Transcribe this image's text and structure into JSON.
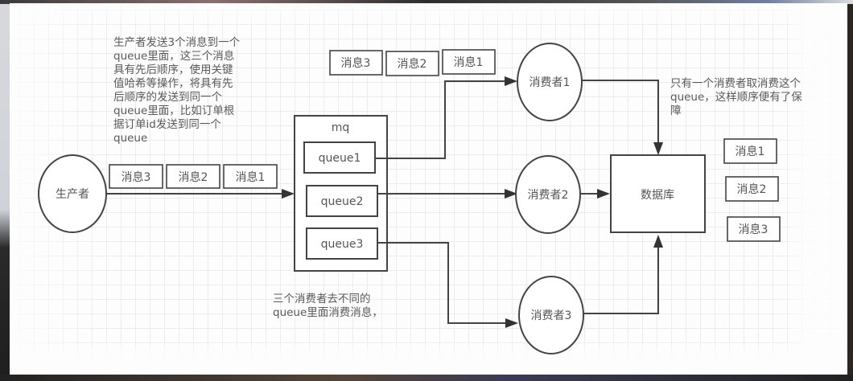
{
  "diagram": {
    "producer": {
      "label": "生产者"
    },
    "mq": {
      "label": "mq",
      "queues": [
        {
          "label": "queue1"
        },
        {
          "label": "queue2"
        },
        {
          "label": "queue3"
        }
      ]
    },
    "consumers": [
      {
        "label": "消费者1"
      },
      {
        "label": "消费者2"
      },
      {
        "label": "消费者3"
      }
    ],
    "database": {
      "label": "数据库"
    },
    "producer_messages": [
      "消息3",
      "消息2",
      "消息1"
    ],
    "consumer1_messages": [
      "消息3",
      "消息2",
      "消息1"
    ],
    "database_messages": [
      "消息1",
      "消息2",
      "消息3"
    ],
    "notes": {
      "producer_note": "生产者发送3个消息到一个\nqueue里面，这三个消息\n具有先后顺序，使用关键\n值哈希等操作，将具有先\n后顺序的发送到同一个\nqueue里面，比如订单根\n据订单id发送到同一个\nqueue",
      "consumer_note": "三个消费者去不同的\nqueue里面消费消息，",
      "order_note": "只有一个消费者取消费这个\nqueue，这样顺序便有了保\n障"
    },
    "edges": [
      {
        "from": "生产者",
        "to": "mq"
      },
      {
        "from": "queue1",
        "to": "消费者1"
      },
      {
        "from": "queue2",
        "to": "消费者2"
      },
      {
        "from": "queue3",
        "to": "消费者3"
      },
      {
        "from": "消费者1",
        "to": "数据库"
      },
      {
        "from": "消费者2",
        "to": "数据库"
      },
      {
        "from": "消费者3",
        "to": "数据库"
      }
    ]
  }
}
